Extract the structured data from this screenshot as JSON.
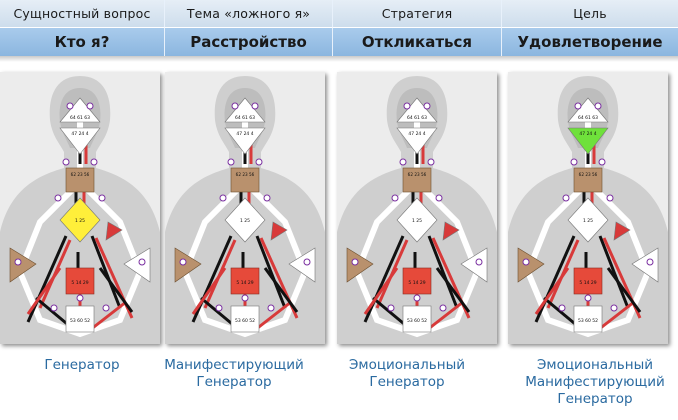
{
  "header": {
    "columns": [
      {
        "title": "Сущностный вопрос",
        "value": "Кто я?"
      },
      {
        "title": "Тема «ложного я»",
        "value": "Расстройство"
      },
      {
        "title": "Стратегия",
        "value": "Откликаться"
      },
      {
        "title": "Цель",
        "value": "Удовлетворение"
      }
    ]
  },
  "charts": [
    {
      "caption_lines": [
        "Генератор"
      ],
      "head_gates": "64 61 63",
      "ajna_gates": "47 24 4",
      "throat_gates": "62 23 56",
      "g_gates": "1 25",
      "sacral_gates": "5 14 29",
      "root_gates": "53 60 52",
      "head_color": "#ffffff",
      "ajna_color": "#ffffff",
      "g_color": "#ffef3a",
      "throat_color": "#b9916d",
      "sacral_color": "#e64a3a"
    },
    {
      "caption_lines": [
        "Манифестирующий",
        "Генератор"
      ],
      "head_gates": "64 61 63",
      "ajna_gates": "47 24 4",
      "throat_gates": "62 23 56",
      "g_gates": "1 25",
      "sacral_gates": "5 14 29",
      "root_gates": "53 60 52",
      "head_color": "#ffffff",
      "ajna_color": "#ffffff",
      "g_color": "#ffffff",
      "throat_color": "#b9916d",
      "sacral_color": "#e64a3a"
    },
    {
      "caption_lines": [
        "Эмоциональный",
        "Генератор"
      ],
      "head_gates": "64 61 63",
      "ajna_gates": "47 24 4",
      "throat_gates": "62 23 56",
      "g_gates": "1 25",
      "sacral_gates": "5 14 29",
      "root_gates": "53 60 52",
      "head_color": "#ffffff",
      "ajna_color": "#ffffff",
      "g_color": "#ffffff",
      "throat_color": "#b9916d",
      "sacral_color": "#e64a3a"
    },
    {
      "caption_lines": [
        "Эмоциональный",
        "Манифестирующий",
        "Генератор"
      ],
      "head_gates": "64 61 63",
      "ajna_gates": "47 24 4",
      "throat_gates": "62 23 56",
      "g_gates": "1 25",
      "sacral_gates": "5 14 29",
      "root_gates": "53 60 52",
      "head_color": "#ffffff",
      "ajna_color": "#6fe13b",
      "g_color": "#ffffff",
      "throat_color": "#b9916d",
      "sacral_color": "#e64a3a"
    }
  ],
  "colors": {
    "header_top": "#d6e3f0",
    "header_bottom": "#9cc1e6",
    "caption": "#2a6aa0",
    "channel_red": "#d83a3a",
    "channel_black": "#111111",
    "spleen_solar": "#b9916d"
  }
}
